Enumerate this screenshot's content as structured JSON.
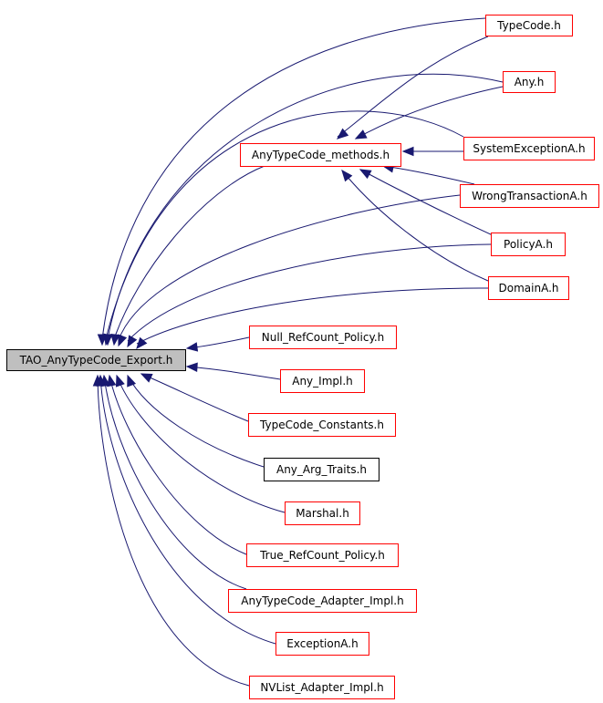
{
  "colors": {
    "edge": "#191970",
    "node_border": "#ff0000",
    "node_border_black": "#000000",
    "root_fill": "#bfbfbf"
  },
  "root": {
    "label": "TAO_AnyTypeCode_Export.h"
  },
  "nodes": [
    {
      "id": "typecode",
      "label": "TypeCode.h",
      "border": "red"
    },
    {
      "id": "any",
      "label": "Any.h",
      "border": "red"
    },
    {
      "id": "atc_methods",
      "label": "AnyTypeCode_methods.h",
      "border": "red"
    },
    {
      "id": "sysexcA",
      "label": "SystemExceptionA.h",
      "border": "red"
    },
    {
      "id": "wrongtxA",
      "label": "WrongTransactionA.h",
      "border": "red"
    },
    {
      "id": "policyA",
      "label": "PolicyA.h",
      "border": "red"
    },
    {
      "id": "domainA",
      "label": "DomainA.h",
      "border": "red"
    },
    {
      "id": "null_rc",
      "label": "Null_RefCount_Policy.h",
      "border": "red"
    },
    {
      "id": "any_impl",
      "label": "Any_Impl.h",
      "border": "red"
    },
    {
      "id": "tc_const",
      "label": "TypeCode_Constants.h",
      "border": "red"
    },
    {
      "id": "any_arg",
      "label": "Any_Arg_Traits.h",
      "border": "black"
    },
    {
      "id": "marshal",
      "label": "Marshal.h",
      "border": "red"
    },
    {
      "id": "true_rc",
      "label": "True_RefCount_Policy.h",
      "border": "red"
    },
    {
      "id": "atc_adapter",
      "label": "AnyTypeCode_Adapter_Impl.h",
      "border": "red"
    },
    {
      "id": "excA",
      "label": "ExceptionA.h",
      "border": "red"
    },
    {
      "id": "nvlist",
      "label": "NVList_Adapter_Impl.h",
      "border": "red"
    }
  ],
  "edges": [
    {
      "from": "typecode",
      "to": "root"
    },
    {
      "from": "any",
      "to": "root"
    },
    {
      "from": "atc_methods",
      "to": "root"
    },
    {
      "from": "sysexcA",
      "to": "root"
    },
    {
      "from": "wrongtxA",
      "to": "root"
    },
    {
      "from": "policyA",
      "to": "root"
    },
    {
      "from": "domainA",
      "to": "root"
    },
    {
      "from": "null_rc",
      "to": "root"
    },
    {
      "from": "any_impl",
      "to": "root"
    },
    {
      "from": "tc_const",
      "to": "root"
    },
    {
      "from": "any_arg",
      "to": "root"
    },
    {
      "from": "marshal",
      "to": "root"
    },
    {
      "from": "true_rc",
      "to": "root"
    },
    {
      "from": "atc_adapter",
      "to": "root"
    },
    {
      "from": "excA",
      "to": "root"
    },
    {
      "from": "nvlist",
      "to": "root"
    },
    {
      "from": "typecode",
      "to": "atc_methods"
    },
    {
      "from": "any",
      "to": "atc_methods"
    },
    {
      "from": "sysexcA",
      "to": "atc_methods"
    },
    {
      "from": "wrongtxA",
      "to": "atc_methods"
    },
    {
      "from": "policyA",
      "to": "atc_methods"
    },
    {
      "from": "domainA",
      "to": "atc_methods"
    }
  ]
}
